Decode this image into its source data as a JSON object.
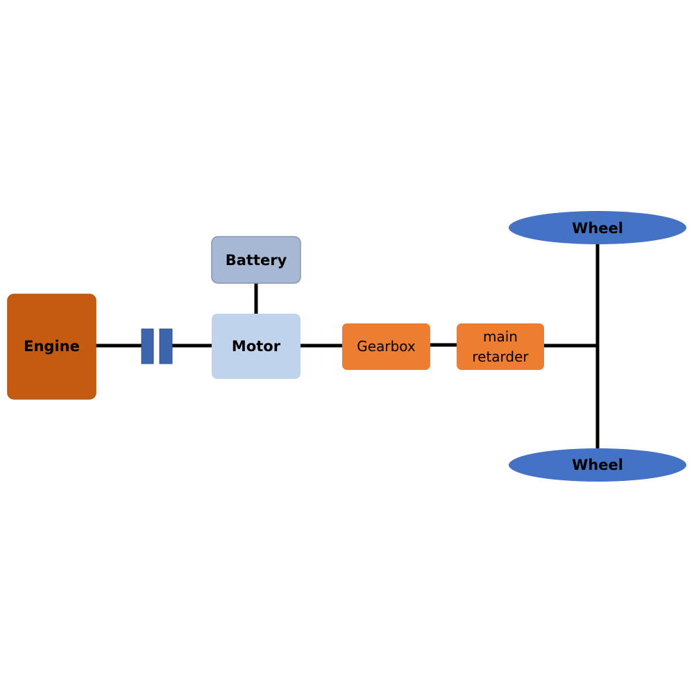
{
  "colors": {
    "engine": "#c55a11",
    "engine_border": "#b65510",
    "clutch": "#3d65ad",
    "battery": "#a6b8d3",
    "battery_border": "#8395b0",
    "motor": "#c0d3ec",
    "gearbox": "#ed7d31",
    "retarder": "#ed7d31",
    "wheel": "#4472c4",
    "shaft": "#000000"
  },
  "components": {
    "engine": {
      "label": "Engine",
      "icon": "engine-block"
    },
    "clutch": {
      "icon": "clutch-plates"
    },
    "battery": {
      "label": "Battery",
      "icon": "battery-block"
    },
    "motor": {
      "label": "Motor",
      "icon": "motor-block"
    },
    "gearbox": {
      "label": "Gearbox",
      "icon": "gearbox-block"
    },
    "retarder": {
      "label_line1": "main",
      "label_line2": "retarder",
      "icon": "retarder-block"
    },
    "wheel_top": {
      "label": "Wheel",
      "icon": "wheel-ellipse"
    },
    "wheel_bottom": {
      "label": "Wheel",
      "icon": "wheel-ellipse"
    }
  }
}
